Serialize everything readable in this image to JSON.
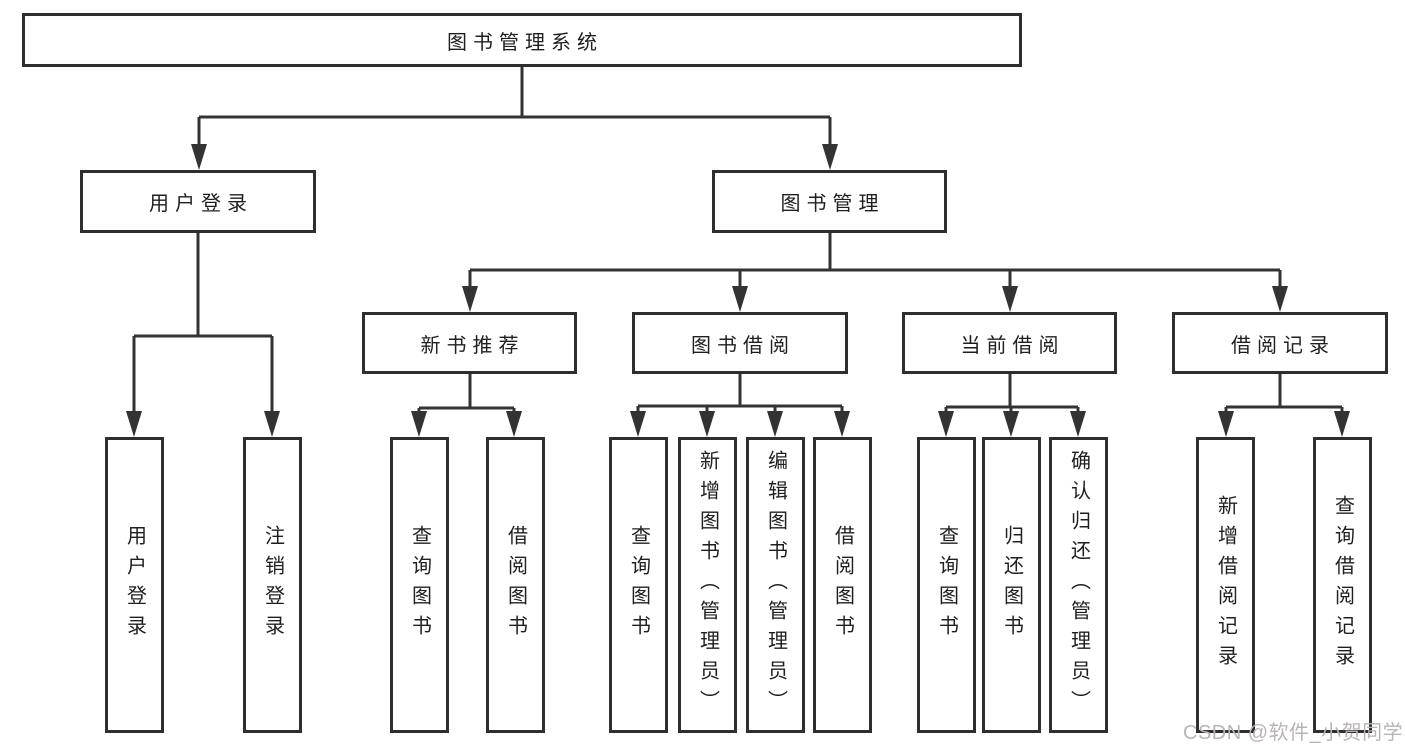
{
  "diagram": {
    "root": {
      "label": "图书管理系统"
    },
    "level2": [
      {
        "label": "用户登录"
      },
      {
        "label": "图书管理"
      }
    ],
    "level3": [
      {
        "label": "新书推荐"
      },
      {
        "label": "图书借阅"
      },
      {
        "label": "当前借阅"
      },
      {
        "label": "借阅记录"
      }
    ],
    "leaves": {
      "login": [
        {
          "label": "用户登录"
        },
        {
          "label": "注销登录"
        }
      ],
      "recommend": [
        {
          "label": "查询图书"
        },
        {
          "label": "借阅图书"
        }
      ],
      "borrow": [
        {
          "label": "查询图书"
        },
        {
          "label": "新增图书（管理员）"
        },
        {
          "label": "编辑图书（管理员）"
        },
        {
          "label": "借阅图书"
        }
      ],
      "current": [
        {
          "label": "查询图书"
        },
        {
          "label": "归还图书"
        },
        {
          "label": "确认归还（管理员）"
        }
      ],
      "records": [
        {
          "label": "新增借阅记录"
        },
        {
          "label": "查询借阅记录"
        }
      ]
    }
  },
  "watermark": {
    "text": "CSDN @软件_小贺同学"
  },
  "colors": {
    "line": "#333333",
    "box_border": "#2e2e2e",
    "box_fill": "#ffffff",
    "text": "#1f1f1f",
    "background": "#ffffff",
    "watermark": "#b9b4b4"
  }
}
